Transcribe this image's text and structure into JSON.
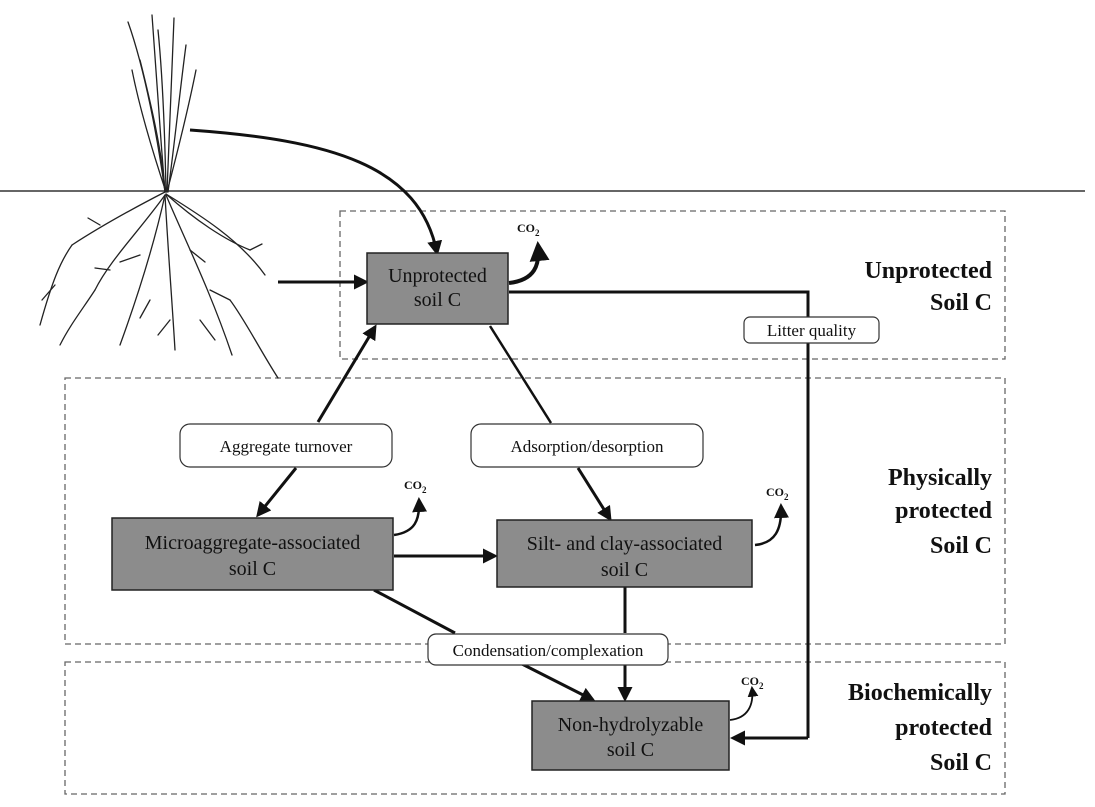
{
  "zones": {
    "unprotected": {
      "line1": "Unprotected",
      "line2": "Soil C"
    },
    "physical": {
      "line1": "Physically",
      "line2": "protected",
      "line3": "Soil C"
    },
    "biochemical": {
      "line1": "Biochemically",
      "line2": "protected",
      "line3": "Soil C"
    }
  },
  "pools": {
    "unprotected": {
      "line1": "Unprotected",
      "line2": "soil C"
    },
    "micro": {
      "line1": "Microaggregate-associated",
      "line2": "soil C"
    },
    "silt": {
      "line1": "Silt- and clay-associated",
      "line2": "soil C"
    },
    "nonhydro": {
      "line1": "Non-hydrolyzable",
      "line2": "soil C"
    }
  },
  "processes": {
    "litter_quality": "Litter quality",
    "aggregate_turnover": "Aggregate turnover",
    "adsorption": "Adsorption/desorption",
    "condensation": "Condensation/complexation"
  },
  "co2": {
    "main": "CO",
    "sub": "2"
  },
  "colors": {
    "pool_fill": "#8c8c8c",
    "line": "#111111",
    "zone_border": "#666666"
  }
}
